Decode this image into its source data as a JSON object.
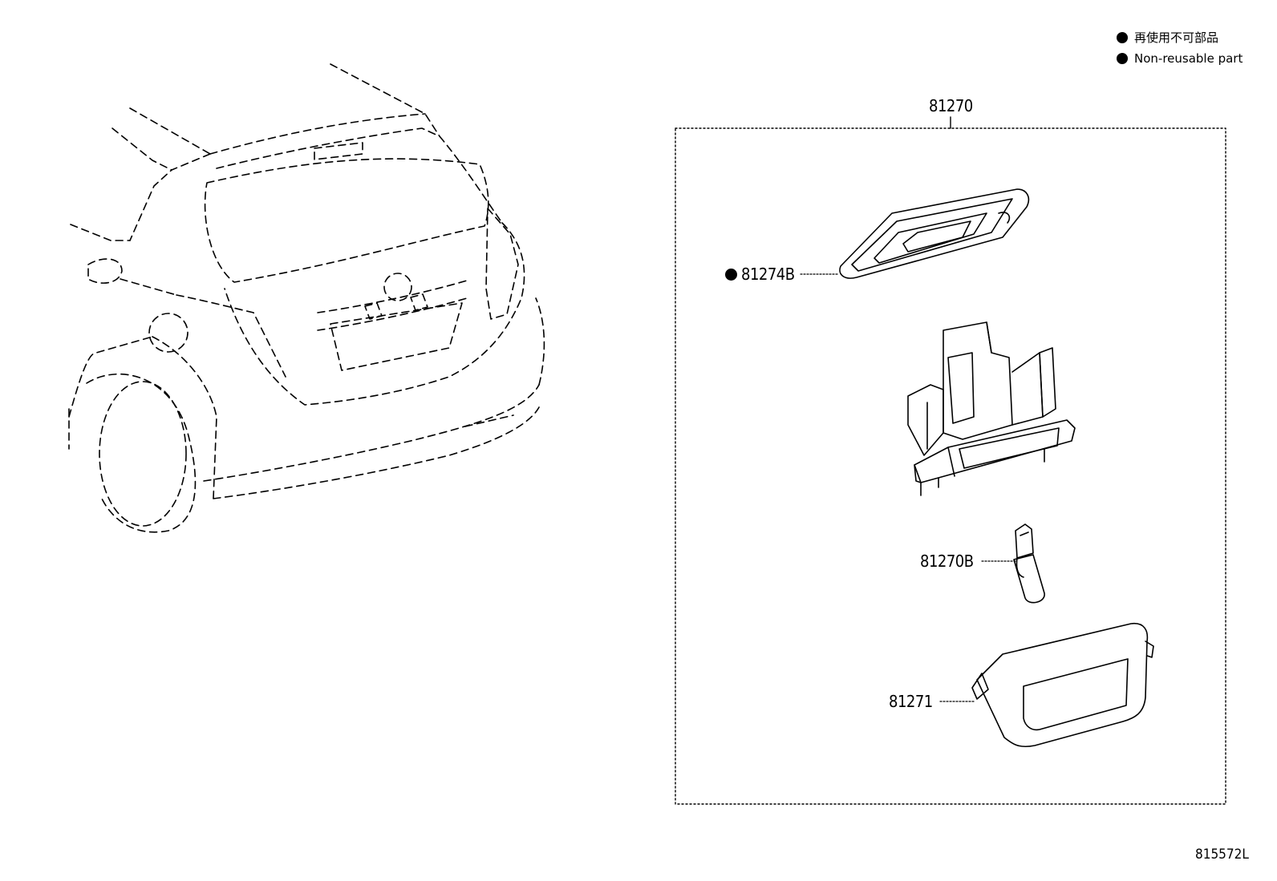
{
  "legend": {
    "items": [
      {
        "text": "再使用不可部品",
        "icon": "filled-circle"
      },
      {
        "text": "Non-reusable part",
        "icon": "filled-circle"
      }
    ]
  },
  "assembly": {
    "part_no": "81270"
  },
  "parts": [
    {
      "part_no": "81274B",
      "non_reusable": true
    },
    {
      "part_no": "81270B",
      "non_reusable": false
    },
    {
      "part_no": "81271",
      "non_reusable": false
    }
  ],
  "figure_id": "815572L"
}
